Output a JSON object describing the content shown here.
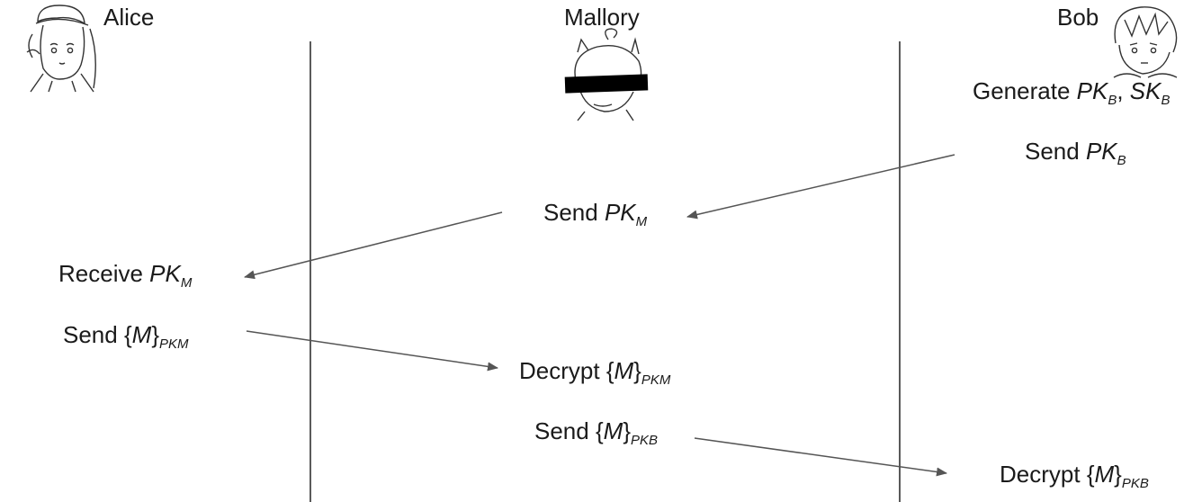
{
  "actors": {
    "alice": {
      "name": "Alice",
      "icon": "alice-avatar-icon"
    },
    "mallory": {
      "name": "Mallory",
      "icon": "mallory-avatar-icon"
    },
    "bob": {
      "name": "Bob",
      "icon": "bob-avatar-icon"
    }
  },
  "steps": {
    "bob_generate": {
      "prefix": "Generate ",
      "k1": "PK",
      "s1": "B",
      "sep": ", ",
      "k2": "SK",
      "s2": "B"
    },
    "bob_send": {
      "prefix": "Send ",
      "key": "PK",
      "sub": "B"
    },
    "mallory_send": {
      "prefix": "Send ",
      "key": "PK",
      "sub": "M"
    },
    "alice_receive": {
      "prefix": "Receive ",
      "key": "PK",
      "sub": "M"
    },
    "alice_send": {
      "prefix": "Send ",
      "open": "{",
      "msg": "M",
      "close": "}",
      "sub": "PKM"
    },
    "mallory_decrypt": {
      "prefix": "Decrypt ",
      "open": "{",
      "msg": "M",
      "close": "}",
      "sub": "PKM"
    },
    "mallory_send2": {
      "prefix": "Send ",
      "open": "{",
      "msg": "M",
      "close": "}",
      "sub": "PKB"
    },
    "bob_decrypt": {
      "prefix": "Decrypt ",
      "open": "{",
      "msg": "M",
      "close": "}",
      "sub": "PKB"
    }
  },
  "colors": {
    "lines": "#5a5a5a",
    "text": "#1a1a1a",
    "background": "#ffffff"
  }
}
